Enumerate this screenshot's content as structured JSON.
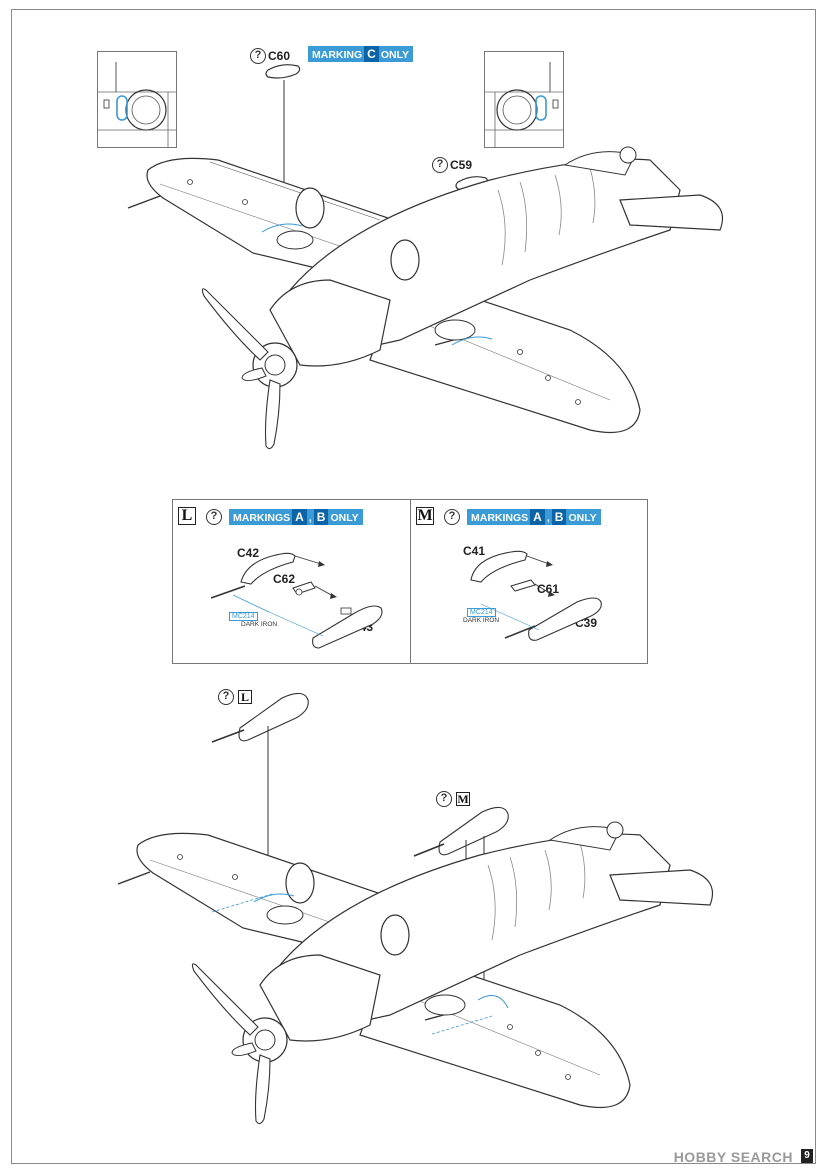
{
  "page": {
    "number": "9"
  },
  "top_section": {
    "part_c60": "C60",
    "part_c59": "C59",
    "marking_badge": {
      "prefix": "MARKING",
      "letter": "C",
      "suffix": "ONLY"
    }
  },
  "step_l": {
    "step_letter": "L",
    "badge": {
      "prefix": "MARKINGS",
      "letters": [
        "A",
        "B"
      ],
      "suffix": "ONLY"
    },
    "parts": [
      "C42",
      "C62",
      "C43"
    ],
    "paint": {
      "code": "MC214",
      "name": "DARK IRON"
    }
  },
  "step_m": {
    "step_letter": "M",
    "badge": {
      "prefix": "MARKINGS",
      "letters": [
        "A",
        "B"
      ],
      "suffix": "ONLY"
    },
    "parts": [
      "C41",
      "C61",
      "C39"
    ],
    "paint": {
      "code": "MC214",
      "name": "DARK IRON"
    }
  },
  "bottom_section": {
    "ref_l": "L",
    "ref_m": "M"
  },
  "icons": {
    "option_marker": "?",
    "option_icon_name": "optional-part-icon"
  },
  "watermark": {
    "text": "HOBBY SEARCH"
  },
  "colors": {
    "accent_blue": "#3a9bd6",
    "badge_letter_blue": "#0b63a8",
    "line": "#333333"
  }
}
